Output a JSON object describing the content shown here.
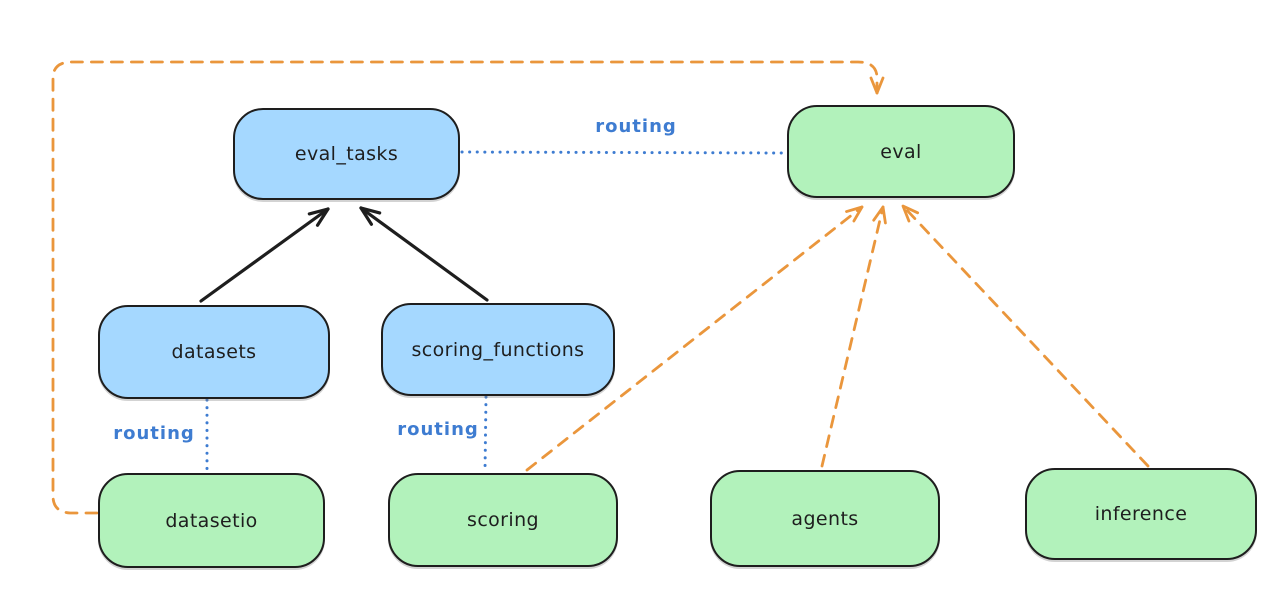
{
  "colors": {
    "background": "#ffffff",
    "stroke": "#1e1e1e",
    "blue_fill": "#a5d8ff",
    "green_fill": "#b2f2bb",
    "routing_blue": "#3e7cd1",
    "orange": "#ea963c"
  },
  "nodes": {
    "eval_tasks": {
      "label": "eval_tasks"
    },
    "eval": {
      "label": "eval"
    },
    "datasets": {
      "label": "datasets"
    },
    "scoring_functions": {
      "label": "scoring_functions"
    },
    "datasetio": {
      "label": "datasetio"
    },
    "scoring": {
      "label": "scoring"
    },
    "agents": {
      "label": "agents"
    },
    "inference": {
      "label": "inference"
    }
  },
  "edge_labels": {
    "routing_eval_tasks_to_eval": "routing",
    "routing_datasets_to_datasetio": "routing",
    "routing_scoring_functions_to_scoring": "routing"
  },
  "edges": [
    {
      "from": "datasets",
      "to": "eval_tasks",
      "style": "solid-black-arrow"
    },
    {
      "from": "scoring_functions",
      "to": "eval_tasks",
      "style": "solid-black-arrow"
    },
    {
      "from": "eval_tasks",
      "to": "eval",
      "style": "dotted-blue",
      "label": "routing"
    },
    {
      "from": "datasets",
      "to": "datasetio",
      "style": "dotted-blue",
      "label": "routing"
    },
    {
      "from": "scoring_functions",
      "to": "scoring",
      "style": "dotted-blue",
      "label": "routing"
    },
    {
      "from": "datasetio",
      "to": "eval",
      "style": "dashed-orange-arrow"
    },
    {
      "from": "scoring",
      "to": "eval",
      "style": "dashed-orange-arrow"
    },
    {
      "from": "agents",
      "to": "eval",
      "style": "dashed-orange-arrow"
    },
    {
      "from": "inference",
      "to": "eval",
      "style": "dashed-orange-arrow"
    }
  ]
}
